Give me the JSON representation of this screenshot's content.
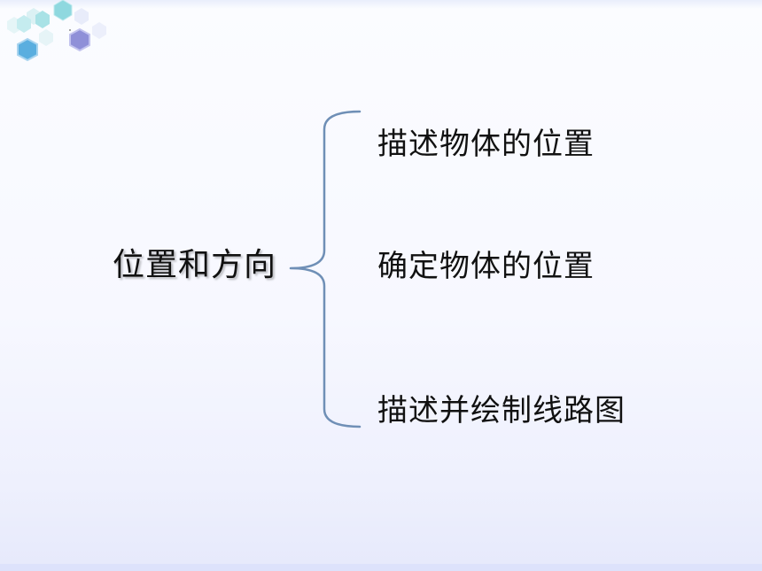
{
  "diagram": {
    "root": "位置和方向",
    "branches": [
      "描述物体的位置",
      "确定物体的位置",
      "描述并绘制线路图"
    ]
  },
  "colors": {
    "brace": "#6f8fb6",
    "hex_teal": "#7fd0da",
    "hex_purple": "#8e8fd6",
    "hex_blue": "#5aa9dd"
  }
}
